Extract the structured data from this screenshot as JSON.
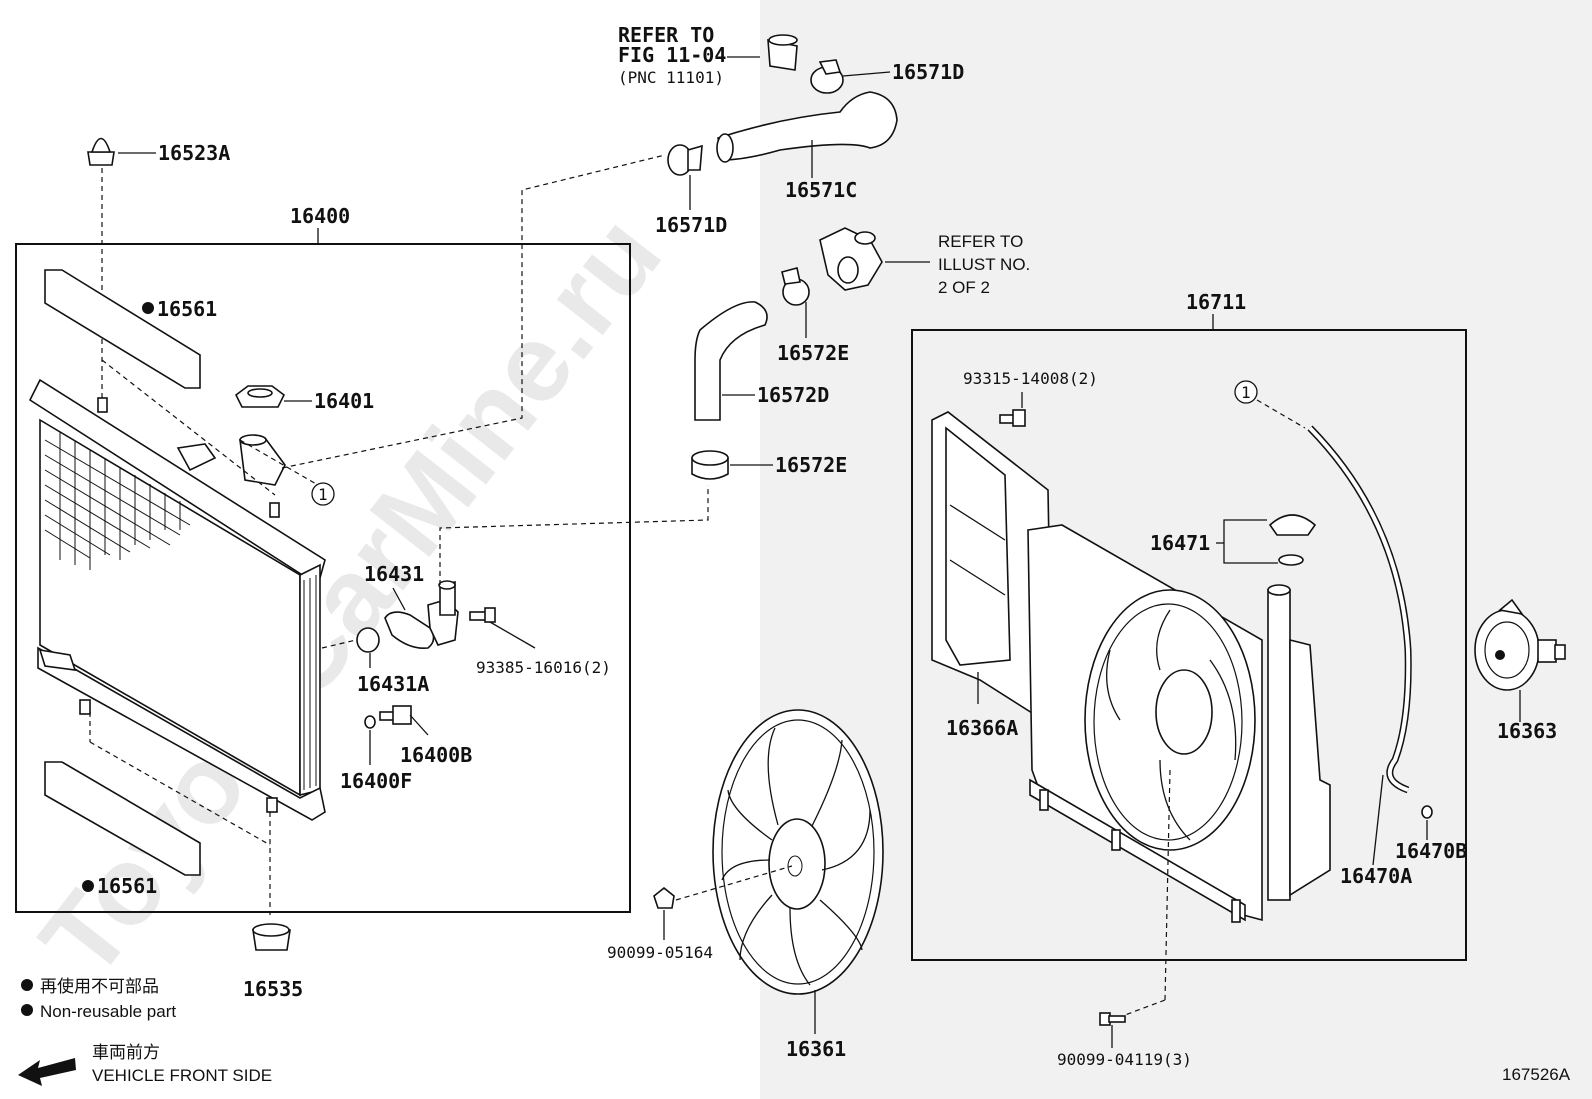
{
  "watermark": "ToyotaCarMine.ru",
  "diagram_id": "167526A",
  "labels": {
    "p16523A": "16523A",
    "p16400": "16400",
    "p16561_top": "16561",
    "p16401": "16401",
    "ref1_left": "1",
    "p16431": "16431",
    "p93385": "93385-16016(2)",
    "p16431A": "16431A",
    "p16400B": "16400B",
    "p16400F": "16400F",
    "p16561_bot": "16561",
    "p16535": "16535",
    "p16571D_top": "16571D",
    "p16571C": "16571C",
    "p16571D_mid": "16571D",
    "p16572E_top": "16572E",
    "p16572D": "16572D",
    "p16572E_bot": "16572E",
    "p16711": "16711",
    "p93315": "93315-14008(2)",
    "ref1_right": "1",
    "p16471": "16471",
    "p16366A": "16366A",
    "p16363": "16363",
    "p16470B": "16470B",
    "p16470A": "16470A",
    "p90099_05164": "90099-05164",
    "p16361": "16361",
    "p90099_04119": "90099-04119(3)"
  },
  "notes": {
    "refer_fig_line1": "REFER TO",
    "refer_fig_line2": "FIG 11-04",
    "refer_fig_line3": "(PNC 11101)",
    "refer_illust_line1": "REFER TO",
    "refer_illust_line2": "ILLUST NO.",
    "refer_illust_line3": "2 OF 2"
  },
  "legend": {
    "jp_nonreusable": "再使用不可部品",
    "en_nonreusable": "Non-reusable part",
    "jp_front": "車両前方",
    "en_front": "VEHICLE FRONT SIDE"
  }
}
